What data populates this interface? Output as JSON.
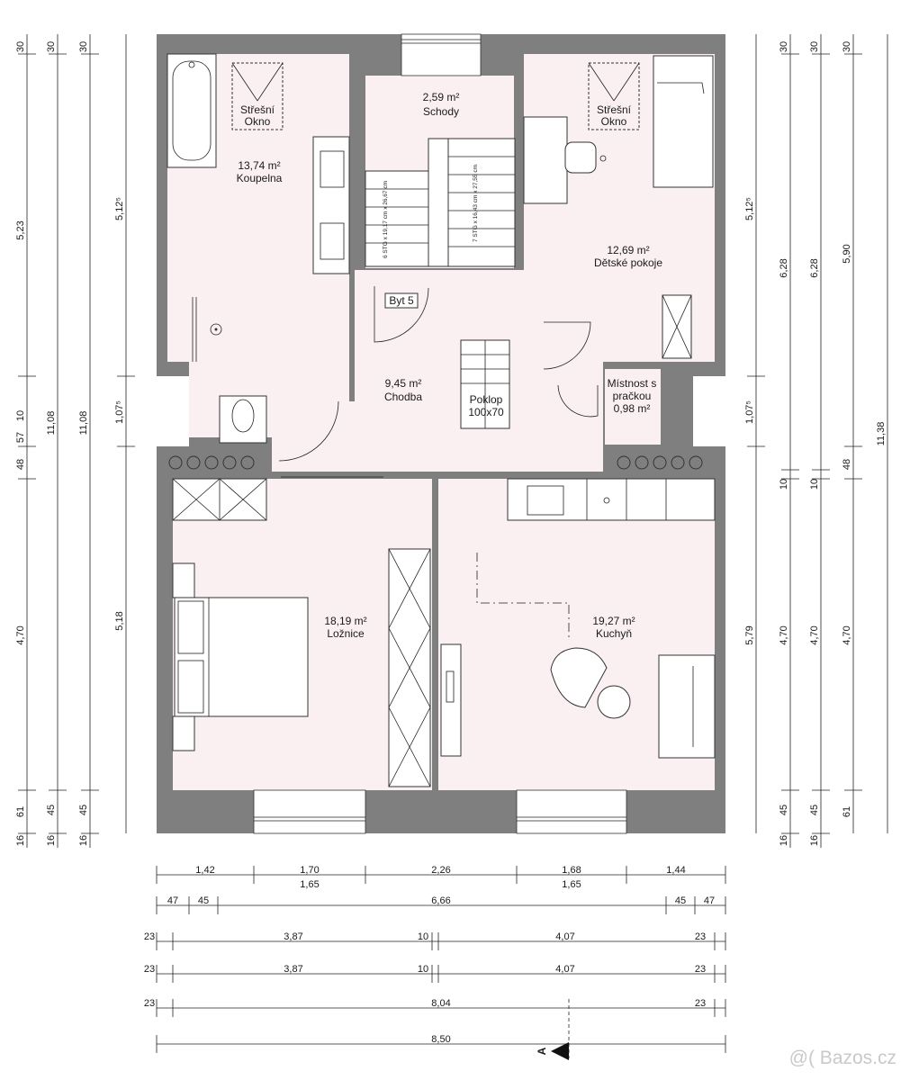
{
  "rooms": [
    {
      "area": "13,74 m²",
      "name": "Koupelna"
    },
    {
      "area": "2,59 m²",
      "name": "Schody"
    },
    {
      "area": "12,69 m²",
      "name": "Dětské pokoje"
    },
    {
      "area": "9,45 m²",
      "name": "Chodba"
    },
    {
      "area_line1": "Místnost s",
      "area_line2": "pračkou",
      "area": "0,98 m²"
    },
    {
      "area": "18,19 m²",
      "name": "Ložnice"
    },
    {
      "area": "19,27 m²",
      "name": "Kuchyň"
    }
  ],
  "labels": {
    "roof_window_1a": "Střešní",
    "roof_window_1b": "Okno",
    "roof_window_2a": "Střešní",
    "roof_window_2b": "Okno",
    "unit": "Byt 5",
    "hatch_a": "Poklop",
    "hatch_b": "100x70",
    "stair1": "6 STG x 19,17 cm x 26,67 cm",
    "stair2": "7 STG x 16,43 cm x 27,55 cm",
    "north": "A"
  },
  "dims_left": {
    "c1": [
      "30",
      "5,23",
      "57",
      "10",
      "48",
      "4,70",
      "61",
      "16"
    ],
    "c2": [
      "30",
      "11,08",
      "45",
      "16"
    ],
    "c3": [
      "30",
      "11,08",
      "45",
      "16"
    ],
    "c4": [
      "5,12⁵",
      "1,07⁵",
      "5,18"
    ]
  },
  "dims_right": {
    "c1": [
      "5,12⁵",
      "1,07⁵",
      "5,79"
    ],
    "c2": [
      "30",
      "6,28",
      "10",
      "4,70",
      "45",
      "16"
    ],
    "c3": [
      "30",
      "6,28",
      "10",
      "4,70",
      "45",
      "16"
    ],
    "c4": [
      "30",
      "5,90",
      "48",
      "4,70",
      "61"
    ],
    "c5": [
      "11,38"
    ]
  },
  "dims_bottom": {
    "r1": [
      "1,42",
      "1,70",
      "2,26",
      "1,68",
      "1,44"
    ],
    "r1b": [
      "1,65",
      "1,65"
    ],
    "r2": [
      "47",
      "45",
      "6,66",
      "45",
      "47"
    ],
    "r3": [
      "23",
      "3,87",
      "10",
      "4,07",
      "23"
    ],
    "r4": [
      "23",
      "3,87",
      "10",
      "4,07",
      "23"
    ],
    "r5": [
      "23",
      "8,04",
      "23"
    ],
    "r6": [
      "8,50"
    ]
  },
  "watermark": "@( Bazos.cz",
  "colors": {
    "wall": "#7f7f7f",
    "floor": "#faf0f2",
    "line": "#222222"
  }
}
